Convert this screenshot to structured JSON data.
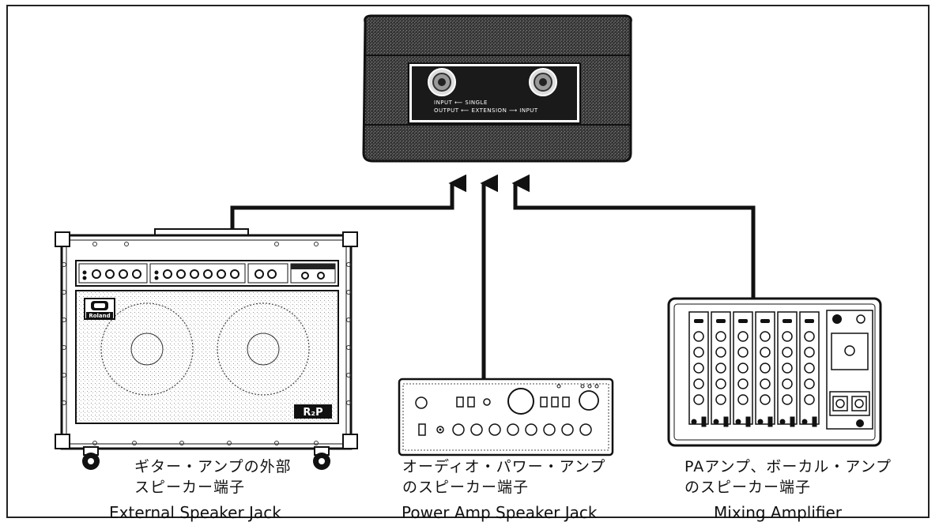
{
  "cabinet": {
    "line1": "INPUT ⟵ SINGLE",
    "line2": "OUTPUT ⟵ EXTENSION ⟶ INPUT"
  },
  "guitar_amp": {
    "brand": "Roland",
    "model": "R₂P",
    "jp_line1": "ギター・アンプの外部",
    "jp_line2": "スピーカー端子",
    "en": "External Speaker Jack"
  },
  "power_amp": {
    "jp_line1": "オーディオ・パワー・アンプ",
    "jp_line2": "のスピーカー端子",
    "en": "Power Amp Speaker Jack"
  },
  "mixing_amp": {
    "jp_line1": "PAアンプ、ボーカル・アンプ",
    "jp_line2": "のスピーカー端子",
    "en": "Mixing Amplifier"
  }
}
